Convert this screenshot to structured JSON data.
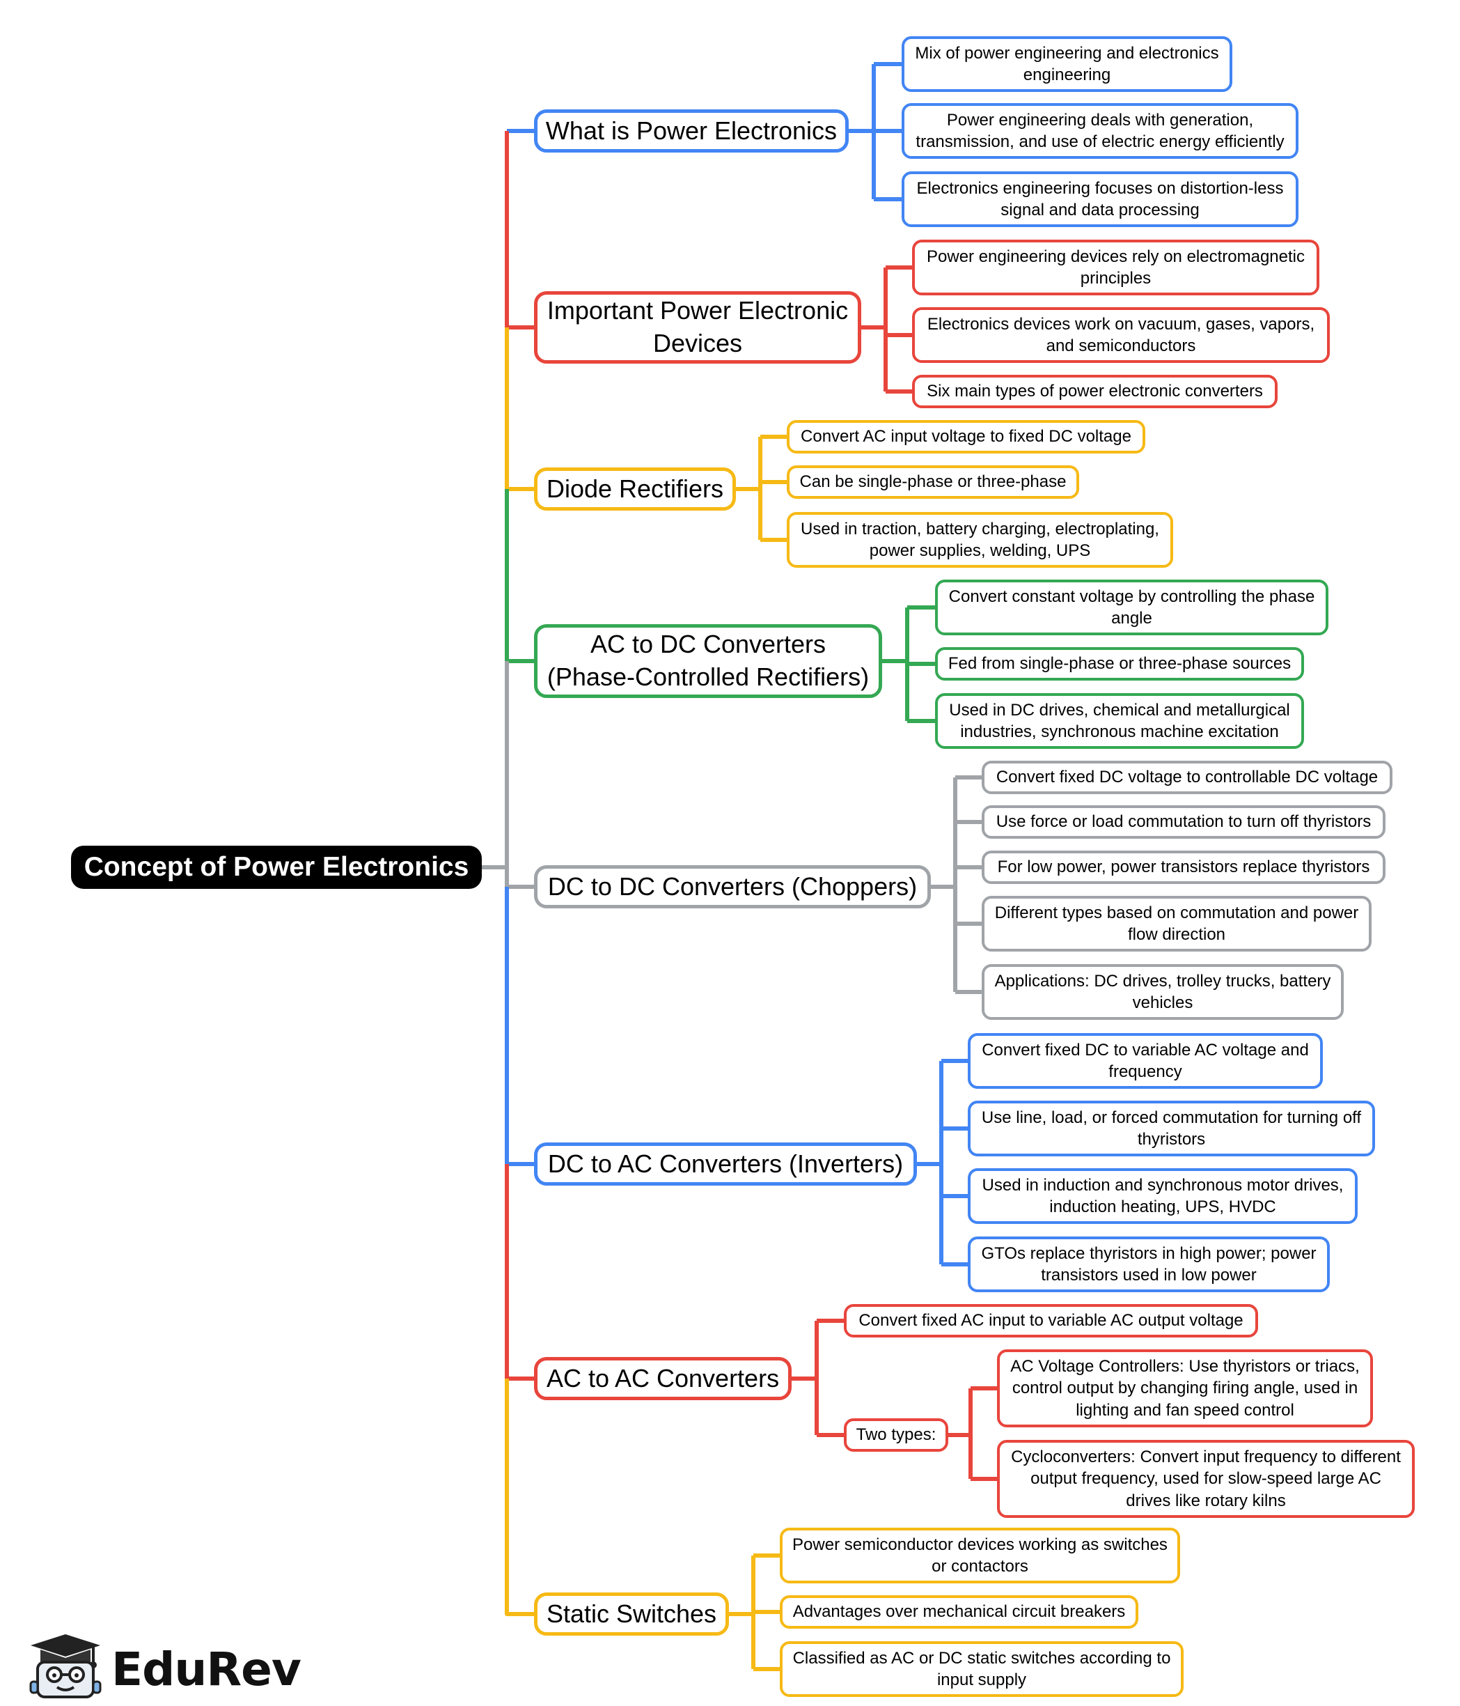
{
  "root": {
    "label": "Concept of Power Electronics"
  },
  "colors": {
    "blue": "#4285F4",
    "red": "#E8453C",
    "yellow": "#F6B915",
    "green": "#34A853",
    "gray": "#A0A4A8"
  },
  "branches": [
    {
      "label": "What is Power Electronics",
      "color": "blue",
      "children": [
        {
          "label": "Mix of power engineering and electronics engineering"
        },
        {
          "label": "Power engineering deals with generation, transmission, and use of electric energy efficiently"
        },
        {
          "label": "Electronics engineering focuses on distortion-less signal and data processing"
        }
      ]
    },
    {
      "label": "Important Power Electronic Devices",
      "color": "red",
      "children": [
        {
          "label": "Power engineering devices rely on electromagnetic principles"
        },
        {
          "label": "Electronics devices work on vacuum, gases, vapors, and semiconductors"
        },
        {
          "label": "Six main types of power electronic converters"
        }
      ]
    },
    {
      "label": "Diode Rectifiers",
      "color": "yellow",
      "children": [
        {
          "label": "Convert AC input voltage to fixed DC voltage"
        },
        {
          "label": "Can be single-phase or three-phase"
        },
        {
          "label": "Used in traction, battery charging, electroplating, power supplies, welding, UPS"
        }
      ]
    },
    {
      "label": "AC to DC Converters (Phase-Controlled Rectifiers)",
      "color": "green",
      "children": [
        {
          "label": "Convert constant voltage by controlling the phase angle"
        },
        {
          "label": "Fed from single-phase or three-phase sources"
        },
        {
          "label": "Used in DC drives, chemical and metallurgical industries, synchronous machine excitation"
        }
      ]
    },
    {
      "label": "DC to DC Converters (Choppers)",
      "color": "gray",
      "children": [
        {
          "label": "Convert fixed DC voltage to controllable DC voltage"
        },
        {
          "label": "Use force or load commutation to turn off thyristors"
        },
        {
          "label": "For low power, power transistors replace thyristors"
        },
        {
          "label": "Different types based on commutation and power flow direction"
        },
        {
          "label": "Applications: DC drives, trolley trucks, battery vehicles"
        }
      ]
    },
    {
      "label": "DC to AC Converters (Inverters)",
      "color": "blue",
      "children": [
        {
          "label": "Convert fixed DC to variable AC voltage and frequency"
        },
        {
          "label": "Use line, load, or forced commutation for turning off thyristors"
        },
        {
          "label": "Used in induction and synchronous motor drives, induction heating, UPS, HVDC"
        },
        {
          "label": "GTOs replace thyristors in high power; power transistors used in low power"
        }
      ]
    },
    {
      "label": "AC to AC Converters",
      "color": "red",
      "children": [
        {
          "label": "Convert fixed AC input to variable AC output voltage"
        },
        {
          "label": "Two types:",
          "children": [
            {
              "label": "AC Voltage Controllers: Use thyristors or triacs, control output by changing firing angle, used in lighting and fan speed control"
            },
            {
              "label": "Cycloconverters: Convert input frequency to different output frequency, used for slow-speed large AC drives like rotary kilns"
            }
          ]
        }
      ]
    },
    {
      "label": "Static Switches",
      "color": "yellow",
      "children": [
        {
          "label": "Power semiconductor devices working as switches or contactors"
        },
        {
          "label": "Advantages over mechanical circuit breakers"
        },
        {
          "label": "Classified as AC or DC static switches according to input supply"
        }
      ]
    }
  ],
  "logo": {
    "brand": "EduRev",
    "icon": "graduation-cap-student-icon"
  }
}
